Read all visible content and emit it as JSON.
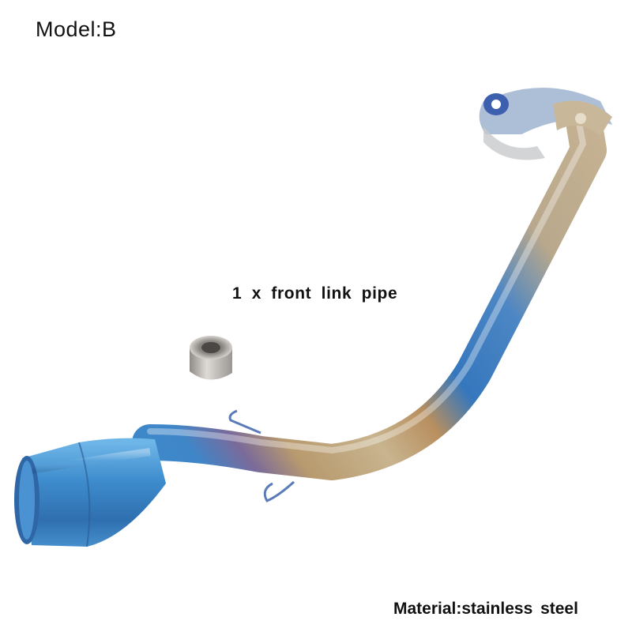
{
  "model": {
    "label": "Model:B"
  },
  "product": {
    "label": "1 x front link pipe"
  },
  "material": {
    "label": "Material:stainless steel"
  },
  "colors": {
    "background": "#ffffff",
    "titanium_blue": "#3f86c8",
    "steel_gold": "#b8a27a",
    "text": "#111111"
  }
}
